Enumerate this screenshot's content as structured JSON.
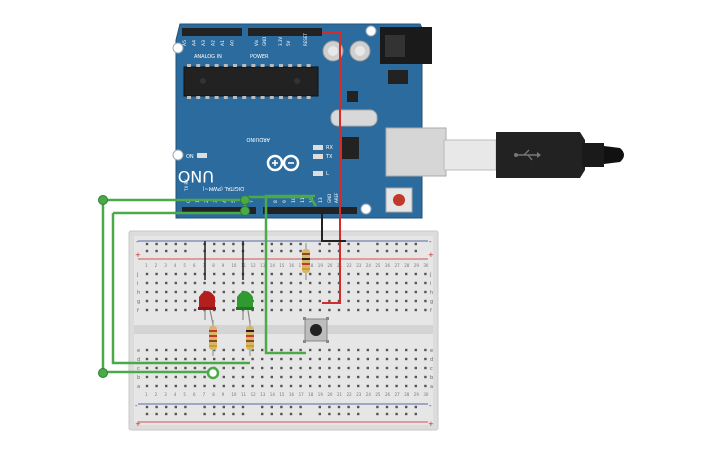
{
  "arduino": {
    "model": "UNO",
    "brand": "ARDUINO",
    "digital_label": "DIGITAL (PWM~)",
    "analog_label": "ANALOG IN",
    "power_label": "POWER",
    "on_label": "ON",
    "tx_label": "TX",
    "rx_label": "RX",
    "l_label": "L",
    "aref_label": "AREF",
    "gnd_label": "GND",
    "ioref_label": "IOREF",
    "reset_label": "RESET",
    "v33_label": "3.3V",
    "v5_label": "5V",
    "vin_label": "Vin",
    "txrx_label": "TX RX",
    "analog_pins": [
      "A5",
      "A4",
      "A3",
      "A2",
      "A1",
      "A0"
    ],
    "digital_pins": [
      "7",
      "6",
      "5",
      "4",
      "3",
      "2",
      "1",
      "0"
    ],
    "digital_pins_2": [
      "13",
      "12",
      "11",
      "10",
      "9",
      "8"
    ],
    "board_color": "#2c6b9e"
  },
  "breadboard": {
    "rows_top": [
      "j",
      "i",
      "h",
      "g",
      "f"
    ],
    "rows_bottom": [
      "e",
      "d",
      "c",
      "b",
      "a"
    ],
    "columns": [
      "1",
      "2",
      "3",
      "4",
      "5",
      "6",
      "7",
      "8",
      "9",
      "10",
      "11",
      "12",
      "13",
      "14",
      "15",
      "16",
      "17",
      "18",
      "19",
      "20",
      "21",
      "22",
      "23",
      "24",
      "25",
      "26",
      "27",
      "28",
      "29",
      "30"
    ],
    "plus": "+",
    "minus": "-"
  },
  "components": {
    "led_red_color": "#b31e1e",
    "led_green_color": "#2f9a2f",
    "wire_green_color": "#4aaa4a",
    "wire_red_color": "#d62b2b",
    "wire_black_color": "#222222"
  }
}
